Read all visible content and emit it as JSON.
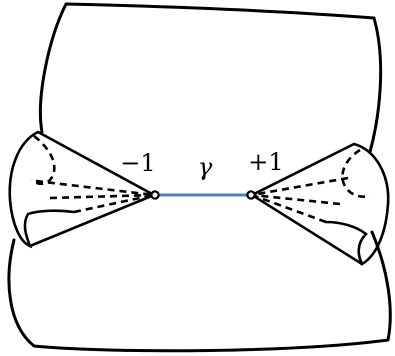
{
  "labels": {
    "left_point": "−1",
    "right_point": "+1",
    "segment": "γ"
  },
  "colors": {
    "stroke": "#000000",
    "segment": "#4f7fc6",
    "background": "#ffffff"
  }
}
